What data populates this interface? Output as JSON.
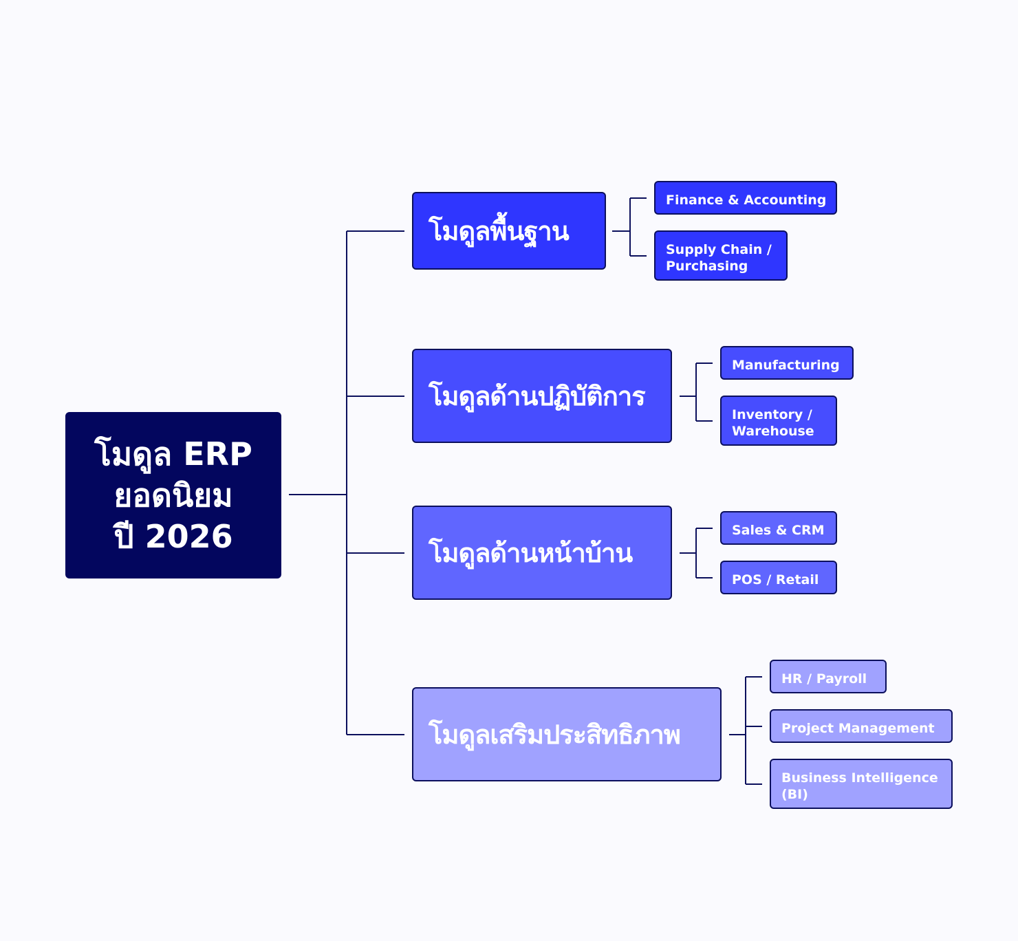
{
  "root": {
    "lines": [
      "โมดูล ERP",
      "ยอดนิยม",
      "ปี 2026"
    ],
    "color": "#03065e"
  },
  "categories": [
    {
      "label": "โมดูลพื้นฐาน",
      "color": "#2f36ff",
      "children": [
        "Finance & Accounting",
        "Supply Chain / Purchasing"
      ]
    },
    {
      "label": "โมดูลด้านปฏิบัติการ",
      "color": "#474dff",
      "children": [
        "Manufacturing",
        "Inventory / Warehouse"
      ]
    },
    {
      "label": "โมดูลด้านหน้าบ้าน",
      "color": "#6066ff",
      "children": [
        "Sales & CRM",
        "POS / Retail"
      ]
    },
    {
      "label": "โมดูลเสริมประสิทธิภาพ",
      "color": "#a0a2ff",
      "children": [
        "HR / Payroll",
        "Project Management",
        "Business Intelligence (BI)"
      ]
    }
  ]
}
